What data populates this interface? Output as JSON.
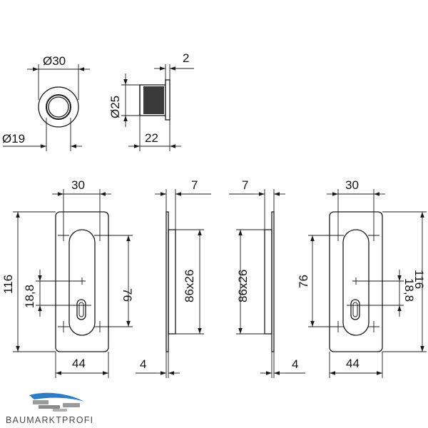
{
  "colors": {
    "line": "#1a1a1a",
    "logo_blue": "#2e7dc4",
    "logo_gray": "#8a8a8a",
    "logo_text": "#4a4a4a"
  },
  "cup": {
    "outer_diameter": "Ø30",
    "inner_diameter": "Ø19",
    "height_diameter": "Ø25",
    "depth": "22",
    "flange": "2"
  },
  "plate_front_left": {
    "hole_spacing": "30",
    "length": "116",
    "width": "44",
    "slot_to_key": "18,8",
    "hole_distance": "76"
  },
  "plate_side_left": {
    "thickness_top": "7",
    "recess": "86x26",
    "thickness_bottom": "4"
  },
  "plate_side_right": {
    "thickness_top": "7",
    "recess": "86x26",
    "thickness_bottom": "4"
  },
  "plate_front_right": {
    "hole_spacing": "30",
    "length": "116",
    "width": "44",
    "slot_to_key": "18,8",
    "hole_distance": "76"
  },
  "logo": {
    "brand": "BAUMARKTPROFI"
  }
}
